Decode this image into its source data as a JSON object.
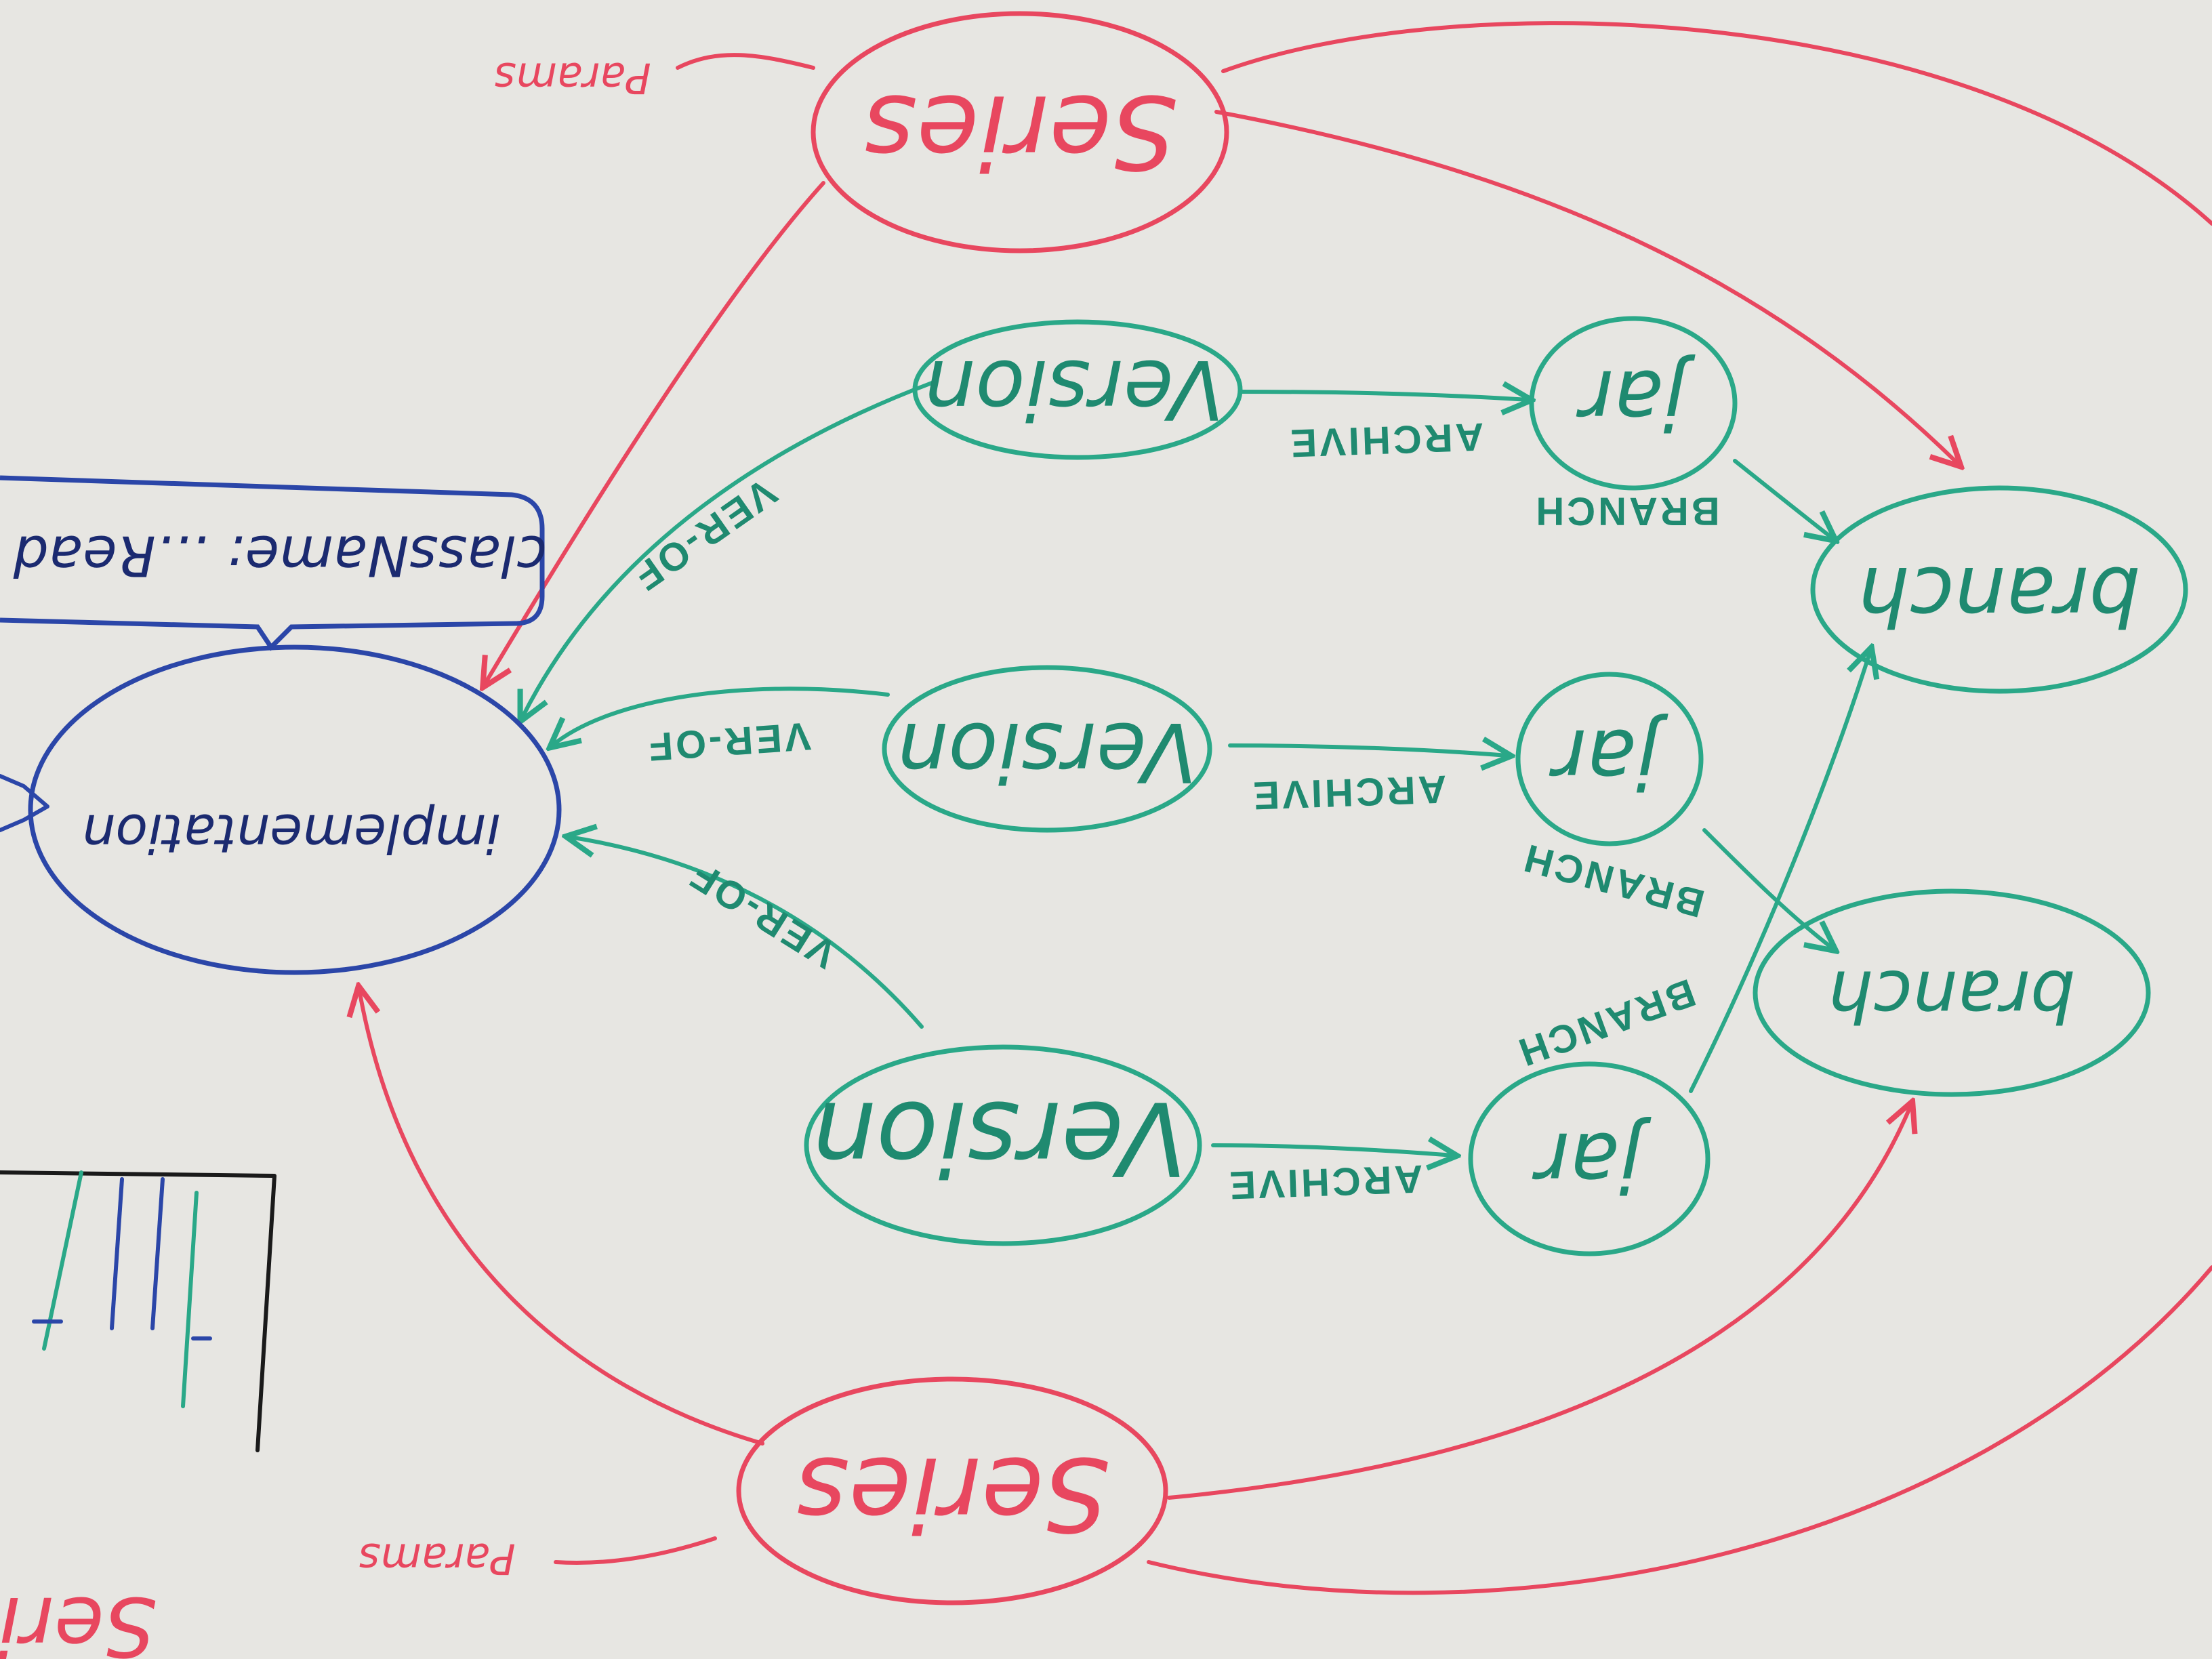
{
  "colors": {
    "board": "#e7e6e2",
    "series": "#e8475f",
    "version": "#2aa888",
    "implementation": "#2b46a8",
    "ink_dark": "#1a1a1a"
  },
  "nodes": {
    "series_top": "Series",
    "series_bottom": "Series",
    "series_cut": "Seri",
    "version_top": "Version",
    "version_mid": "Version",
    "version_bottom": "Version",
    "jar_top": "jar",
    "jar_mid": "jar",
    "jar_bottom": "jar",
    "branch_top": "branch",
    "branch_bottom": "branch",
    "implementation": "implementation",
    "classname_note": "className: ...Read"
  },
  "edges": {
    "params_top": "Params",
    "params_bottom": "Params",
    "ver_of_top": "VER-OF",
    "ver_of_mid": "VER-OF",
    "ver_of_bottom": "VER-OF",
    "archive_top": "ARCHIVE",
    "archive_mid": "ARCHIVE",
    "archive_bottom": "ARCHIVE",
    "branch_top": "BRANCH",
    "branch_mid": "BRANCH",
    "branch_bottom": "BRANCH"
  }
}
